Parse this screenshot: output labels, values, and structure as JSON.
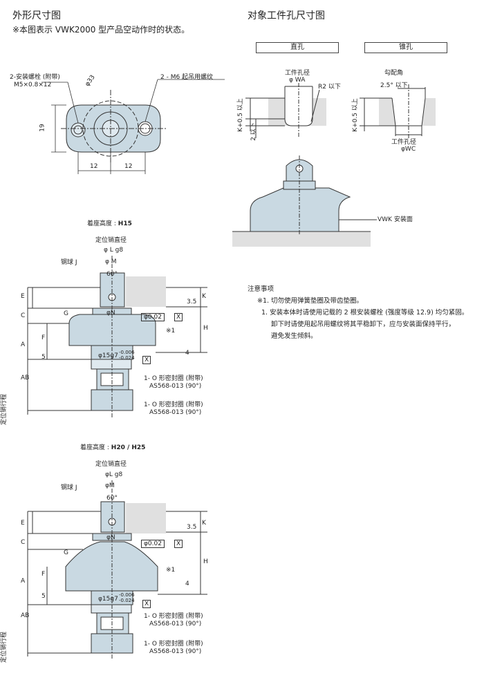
{
  "left_title": "外形尺寸图",
  "left_note": "※本图表示  VWK2000 型产品空动作时的状态。",
  "right_title": "对象工件孔尺寸图",
  "hole_straight_label": "直孔",
  "hole_taper_label": "锥孔",
  "top_view": {
    "bolt_label_1": "2-安装螺栓 (附带)",
    "bolt_label_2": "M5×0.8×12",
    "dia_label": "φ33",
    "lift_label": "2 - M6 起吊用螺纹",
    "height": "19",
    "dim_12_a": "12",
    "dim_12_b": "12"
  },
  "straight_hole": {
    "workpiece_label": "工件孔径",
    "wa_label": "φ WA",
    "r2_label": "R2 以下",
    "k_label": "K+0.5 以上",
    "two_label": "2 以下"
  },
  "taper_hole": {
    "angle_label": "勾配角",
    "angle_value": "2.5° 以下",
    "k_label": "K+0.5 以上",
    "workpiece_label": "工件孔径",
    "wc_label": "φWC"
  },
  "mount_label": "VWK 安装面",
  "notes": {
    "heading": "注意事项",
    "n1": "※1.  切勿使用弹簧垫圈及带齿垫圈。",
    "n2a": "1.  安装本体时请使用记载的 2 根安装螺栓 (强度等级 12.9) 均匀紧固。",
    "n2b": "卸下时请使用起吊用螺纹将其平稳卸下，应与安装面保持平行，",
    "n2c": "避免发生倾斜。"
  },
  "h15": {
    "seat_label": "着座高度 :",
    "seat_value": "H15",
    "pin_label": "定位销直径",
    "lg8": "φ L g8",
    "ball": "钢球 J",
    "m": "φ M",
    "angle": "60°",
    "n": "φN",
    "flatness": "φ0.02",
    "x": "X",
    "g": "G",
    "e": "E",
    "c": "C",
    "f": "F",
    "a": "A",
    "five": "5",
    "ab": "AB",
    "k": "K",
    "h": "H",
    "four": "4",
    "three5": "3.5",
    "star1": "※1",
    "fit": "φ15g7",
    "tol_top": "-0.006",
    "tol_bot": "-0.024",
    "oring1": "1- O 形密封圈 (附带)",
    "oring1b": "AS568-013 (90°)",
    "oring2": "1- O 形密封圈 (附带)",
    "oring2b": "AS568-013 (90°)",
    "stroke": "定位销行程"
  },
  "h20": {
    "seat_label": "着座高度 :",
    "seat_value": "H20 / H25",
    "pin_label": "定位销直径",
    "lg8": "φL g8",
    "ball": "钢球 J",
    "m": "φM",
    "angle": "60°",
    "n": "φN",
    "flatness": "φ0.02",
    "x": "X",
    "g": "G",
    "e": "E",
    "c": "C",
    "f": "F",
    "a": "A",
    "five": "5",
    "ab": "AB",
    "k": "K",
    "h": "H",
    "four": "4",
    "three5": "3.5",
    "star1": "※1",
    "fit": "φ15g7",
    "tol_top": "-0.006",
    "tol_bot": "-0.024",
    "oring1": "1- O 形密封圈 (附带)",
    "oring1b": "AS568-013 (90°)",
    "oring2": "1- O 形密封圈 (附带)",
    "oring2b": "AS568-013 (90°)",
    "stroke": "定位销行程"
  },
  "colors": {
    "part_fill": "#c9d9e2",
    "shade": "#e0e0e0",
    "line": "#333333"
  }
}
